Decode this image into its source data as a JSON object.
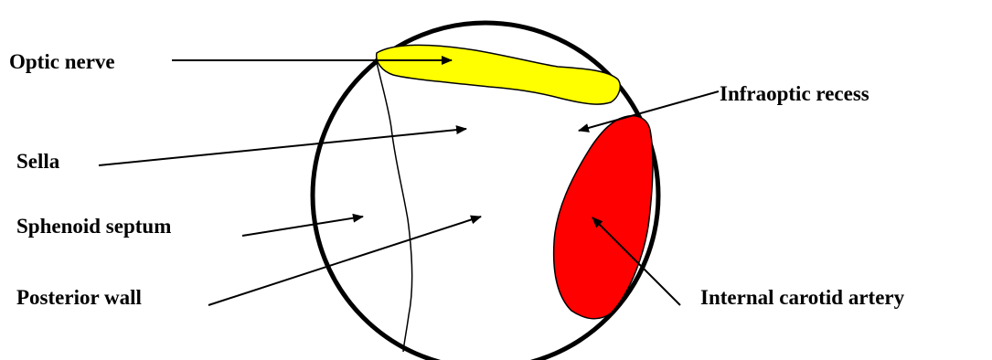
{
  "labels": {
    "optic_nerve": "Optic nerve",
    "infraoptic_recess": "Infraoptic recess",
    "sella": "Sella",
    "sphenoid_septum": "Sphenoid septum",
    "posterior_wall": "Posterior wall",
    "internal_carotid_artery": "Internal carotid artery"
  },
  "colors": {
    "optic_nerve": "#ffff00",
    "internal_carotid_artery": "#ff0000",
    "outline": "#000000",
    "background": "#ffffff"
  }
}
